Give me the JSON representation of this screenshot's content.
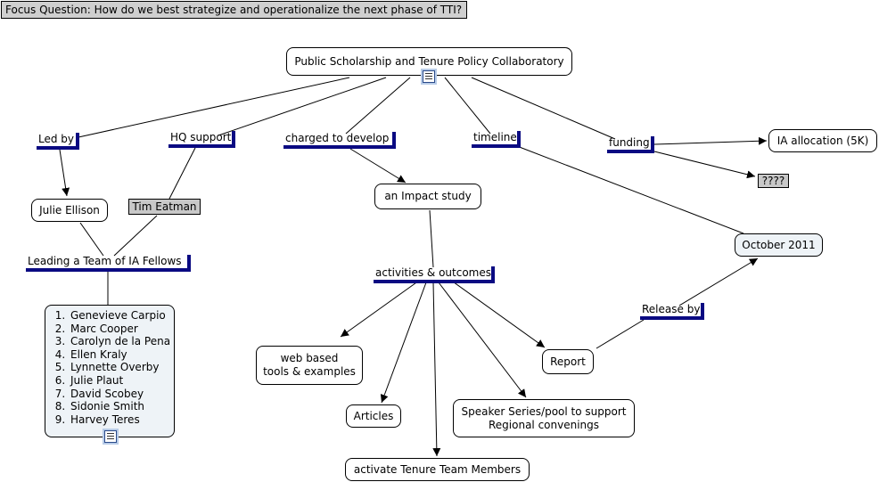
{
  "focus_question": "Focus Question: How do we best strategize and operationalize the next phase of TTI?",
  "nodes": {
    "main": "Public Scholarship and Tenure Policy Collaboratory",
    "julie_ellison": "Julie Ellison",
    "tim_eatman": "Tim Eatman",
    "impact_study": "an Impact study",
    "ia_allocation": "IA allocation (5K)",
    "unknown_funding": "????",
    "october_2011": "October 2011",
    "web_tools_line1": "web based",
    "web_tools_line2": "tools & examples",
    "articles": "Articles",
    "report": "Report",
    "speaker_line1": "Speaker Series/pool to support",
    "speaker_line2": "Regional convenings",
    "activate": "activate Tenure Team Members"
  },
  "links": {
    "led_by": "Led by",
    "hq_support": "HQ support",
    "charged_to_develop": "charged to develop",
    "timeline": "timeline",
    "funding": "funding",
    "leading_team": "Leading a Team of IA Fellows",
    "activities_outcomes": "activities & outcomes",
    "release_by": "Release by"
  },
  "fellows": [
    "Genevieve Carpio",
    "Marc Cooper",
    "Carolyn de la Pena",
    "Ellen Kraly",
    "Lynnette Overby",
    "Julie Plaut",
    "David Scobey",
    "Sidonie Smith",
    "Harvey Teres"
  ],
  "colors": {
    "link_underline": "#0a0a82",
    "node_fill_blue": "#eef3f7",
    "node_fill_gray": "#c8c8c8",
    "focus_fill": "#cfcfcf"
  }
}
